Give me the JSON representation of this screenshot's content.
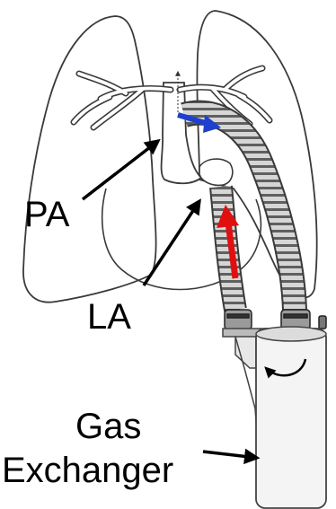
{
  "labels": {
    "pa": "PA",
    "la": "LA",
    "gas_line1": "Gas",
    "gas_line2": "Exchanger"
  },
  "colors": {
    "outline": "#3a3a3a",
    "tube_fill": "#cfcfcf",
    "tube_stripe": "#6b6b6b",
    "flow_in": "#1f3fcf",
    "flow_out": "#e01010",
    "pointer": "#000000"
  },
  "icons": {
    "inflow": "blue-arrow",
    "outflow": "red-arrow",
    "pump_rotation": "curved-arrow"
  }
}
